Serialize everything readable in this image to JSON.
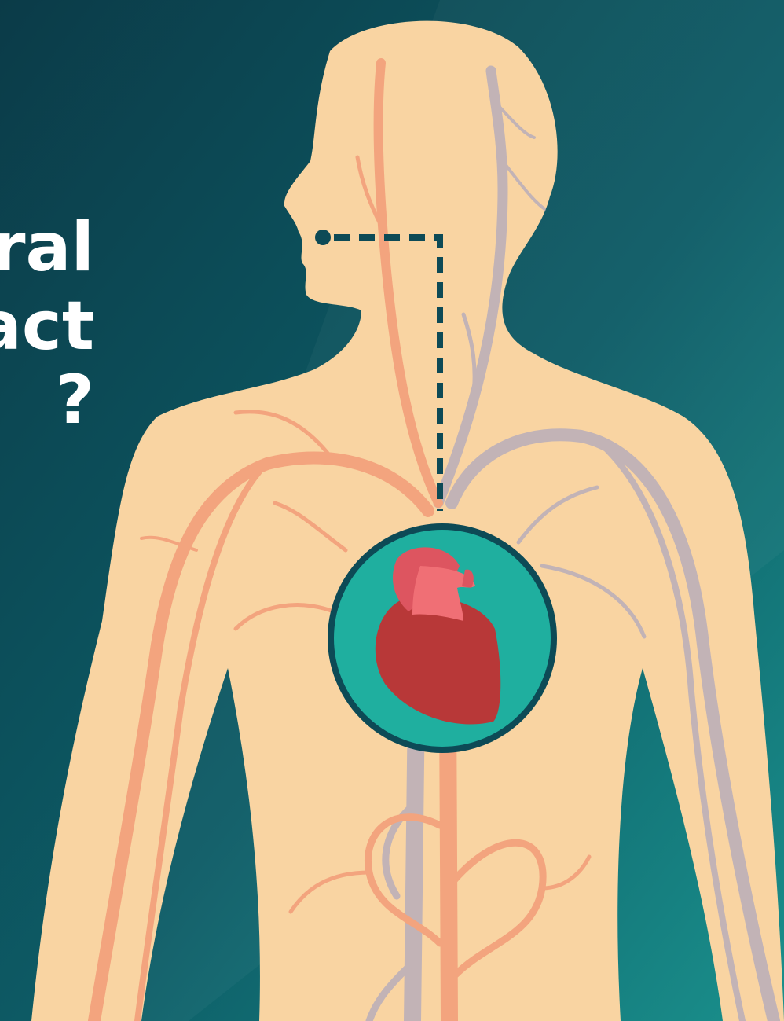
{
  "headline": {
    "line_1": "oral",
    "line_2": "act",
    "line_3": "?"
  },
  "colors": {
    "background_dark": "#0b3f4c",
    "background_light": "#1a8f8c",
    "skin": "#f9d4a2",
    "artery": "#f3a47e",
    "vein": "#c2b3b6",
    "pointer_line": "#0d4a56",
    "badge_fill": "#1faf9f",
    "badge_ring": "#0d4a56",
    "heart_main": "#b83838",
    "heart_upper": "#dd5560",
    "heart_aorta": "#f06f75"
  },
  "icons": [
    "human-body-silhouette",
    "heart-icon"
  ]
}
